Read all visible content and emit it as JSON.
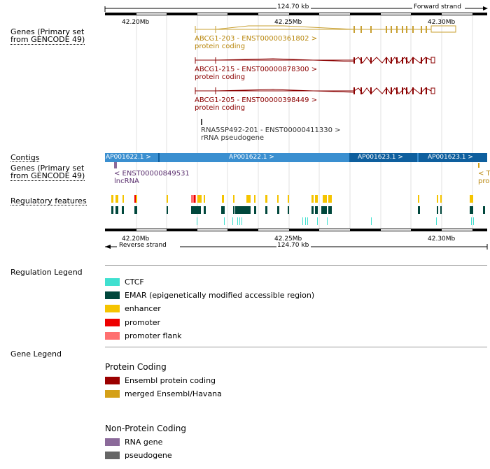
{
  "ruler_top": {
    "length_label": "124.70 kb",
    "strand_label": "Forward strand",
    "ticks": [
      "42.20Mb",
      "42.25Mb",
      "42.30Mb"
    ]
  },
  "ruler_bottom": {
    "length_label": "124.70 kb",
    "strand_label": "Reverse strand",
    "ticks": [
      "42.20Mb",
      "42.25Mb",
      "42.30Mb"
    ]
  },
  "tracks": {
    "genes_forward": "Genes (Primary set from GENCODE 49)",
    "genes_forward_line1": "Genes (Primary set",
    "genes_forward_line2": "from GENCODE 49)",
    "contigs": "Contigs",
    "genes_reverse_line1": "Genes (Primary set",
    "genes_reverse_line2": "from GENCODE 49)",
    "regulatory": "Regulatory features"
  },
  "genes": [
    {
      "name": "ABCG1-203 - ENST00000361802 >",
      "biotype": "protein coding",
      "color": "#b8860b"
    },
    {
      "name": "ABCG1-215 - ENST00000878300 >",
      "biotype": "protein coding",
      "color": "#8b0000"
    },
    {
      "name": "ABCG1-205 - ENST00000398449 >",
      "biotype": "protein coding",
      "color": "#8b0000"
    },
    {
      "name": "RNA5SP492-201 - ENST00000411330 >",
      "biotype": "rRNA pseudogene",
      "color": "#333333"
    }
  ],
  "reverse_gene": {
    "name": "< ENST00000849531",
    "biotype": "lncRNA",
    "color": "#5a2f6e"
  },
  "reverse_edge_labels": {
    "top": "< T",
    "bottom": "pro"
  },
  "contigs": [
    {
      "label": "AP001622.1 >",
      "color": "#3a8fd0"
    },
    {
      "label": "AP001622.1 >",
      "color": "#3a8fd0"
    },
    {
      "label": "AP001623.1 >",
      "color": "#0e5f9e"
    },
    {
      "label": "AP001623.1 >",
      "color": "#0e5f9e"
    }
  ],
  "regulation_legend": {
    "title": "Regulation Legend",
    "items": [
      {
        "label": "CTCF",
        "color": "#40e0d0"
      },
      {
        "label": "EMAR (epigenetically modified accessible region)",
        "color": "#00473c"
      },
      {
        "label": "enhancer",
        "color": "#f5c400"
      },
      {
        "label": "promoter",
        "color": "#ee0000"
      },
      {
        "label": "promoter flank",
        "color": "#ff7070"
      }
    ]
  },
  "gene_legend": {
    "title": "Gene Legend",
    "protein_coding_title": "Protein Coding",
    "protein_coding_items": [
      {
        "label": "Ensembl protein coding",
        "color": "#9b0000"
      },
      {
        "label": "merged Ensembl/Havana",
        "color": "#d4a017"
      }
    ],
    "non_protein_coding_title": "Non-Protein Coding",
    "non_protein_coding_items": [
      {
        "label": "RNA gene",
        "color": "#8b6a9a"
      },
      {
        "label": "pseudogene",
        "color": "#666666"
      }
    ]
  }
}
